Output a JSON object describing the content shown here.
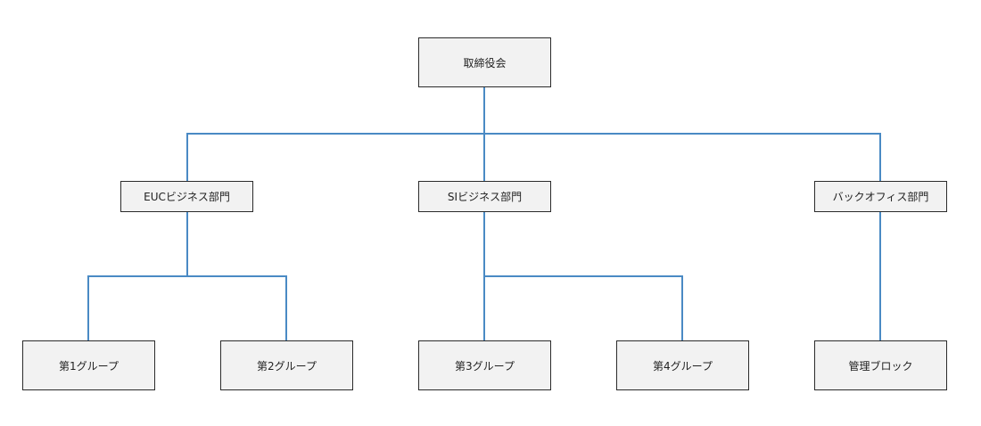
{
  "colors": {
    "connector": "#4a8ac4",
    "node_fill": "#f2f2f2",
    "node_border": "#2b2b2b",
    "text": "#222222",
    "background": "#ffffff"
  },
  "nodes": {
    "board": {
      "label": "取締役会"
    },
    "euc": {
      "label": "EUCビジネス部門"
    },
    "si": {
      "label": "SIビジネス部門"
    },
    "backoffice": {
      "label": "バックオフィス部門"
    },
    "group1": {
      "label": "第1グループ"
    },
    "group2": {
      "label": "第2グループ"
    },
    "group3": {
      "label": "第3グループ"
    },
    "group4": {
      "label": "第4グループ"
    },
    "mgmt": {
      "label": "管理ブロック"
    }
  }
}
